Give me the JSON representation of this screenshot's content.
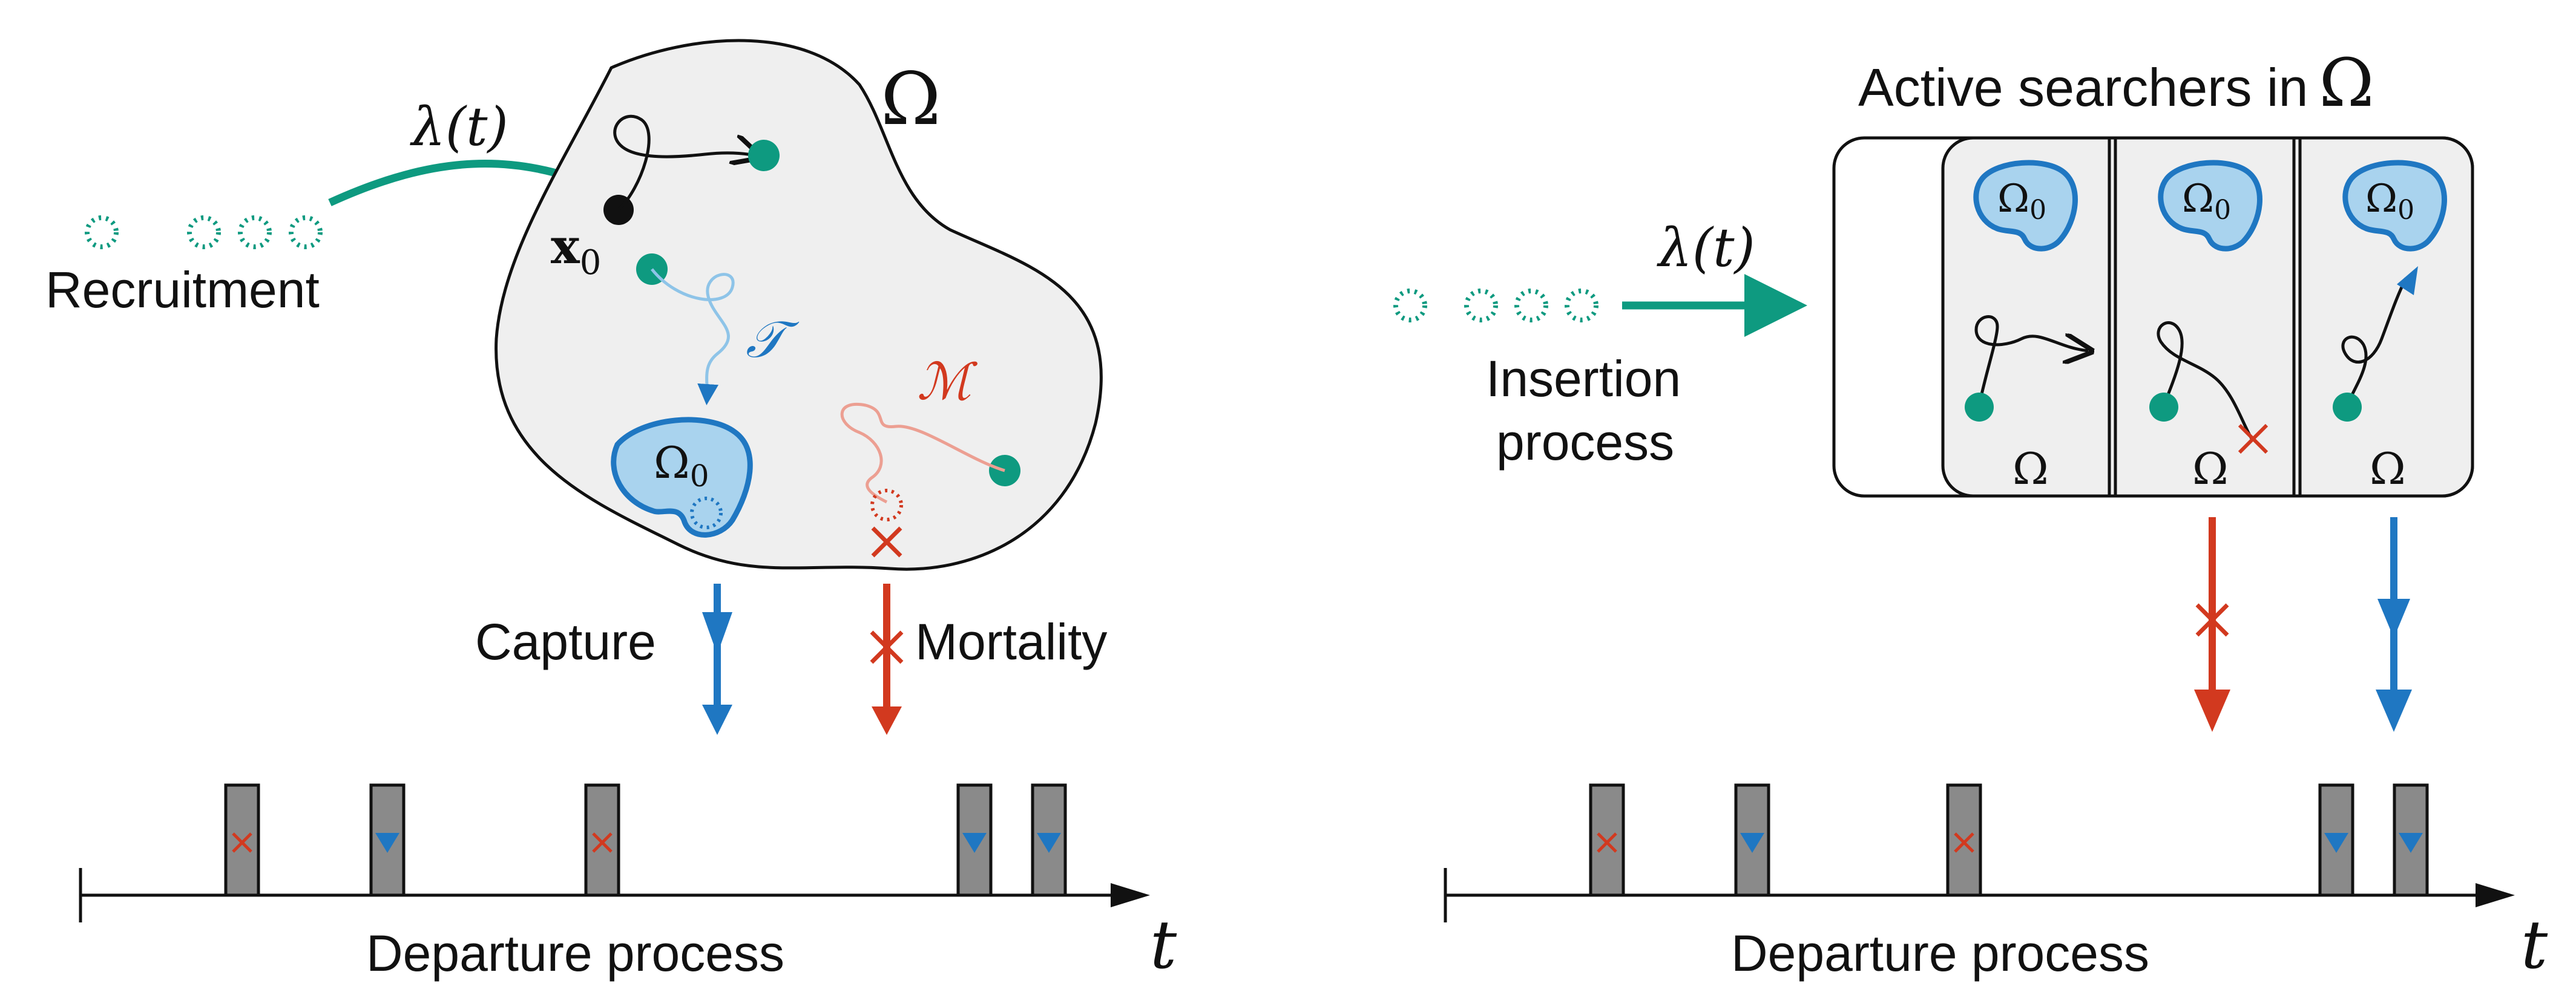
{
  "colors": {
    "teal": "#0e9a80",
    "blue": "#1f77c2",
    "light_blue": "#a9d3ee",
    "red": "#d2391f",
    "light_red": "#ec9f92",
    "domain_fill": "#efefef",
    "bar_fill": "#8a8a8a",
    "ink": "#111111"
  },
  "left_panel": {
    "rate_label": "λ(t)",
    "recruitment_label": "Recruitment",
    "domain_symbol": "Ω",
    "start_point_label": "x",
    "start_point_subscript": "0",
    "target_symbol": "Ω",
    "target_subscript": "0",
    "capture_time_symbol": "𝒯",
    "mortality_time_symbol": "ℳ",
    "capture_label": "Capture",
    "mortality_label": "Mortality",
    "axis_variable": "t",
    "departure_label": "Departure process",
    "departures": [
      {
        "type": "mortality",
        "order": 1
      },
      {
        "type": "capture",
        "order": 2
      },
      {
        "type": "mortality",
        "order": 3
      },
      {
        "type": "capture",
        "order": 4
      },
      {
        "type": "capture",
        "order": 5
      }
    ]
  },
  "right_panel": {
    "header_label": "Active searchers in",
    "header_symbol": "Ω",
    "rate_label": "λ(t)",
    "insertion_label_line1": "Insertion",
    "insertion_label_line2": "process",
    "cards": [
      {
        "domain_symbol": "Ω",
        "target_symbol": "Ω",
        "target_subscript": "0",
        "fate": "active"
      },
      {
        "domain_symbol": "Ω",
        "target_symbol": "Ω",
        "target_subscript": "0",
        "fate": "mortality"
      },
      {
        "domain_symbol": "Ω",
        "target_symbol": "Ω",
        "target_subscript": "0",
        "fate": "capture"
      }
    ],
    "axis_variable": "t",
    "departure_label": "Departure process",
    "departures": [
      {
        "type": "mortality",
        "order": 1
      },
      {
        "type": "capture",
        "order": 2
      },
      {
        "type": "mortality",
        "order": 3
      },
      {
        "type": "capture",
        "order": 4
      },
      {
        "type": "capture",
        "order": 5
      }
    ]
  }
}
